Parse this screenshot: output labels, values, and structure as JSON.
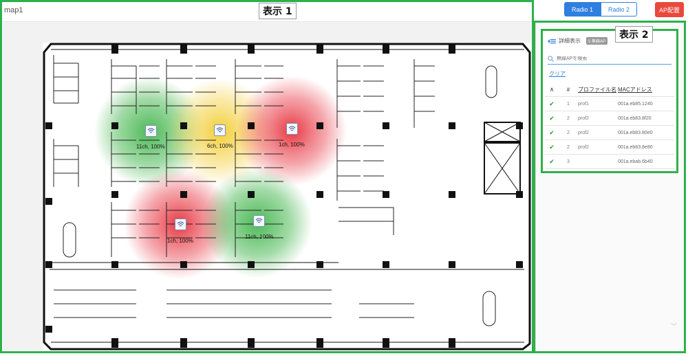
{
  "header": {
    "map_name": "map1",
    "radio1": "Radio 1",
    "radio2": "Radio 2",
    "ap_place": "AP配置"
  },
  "tags": {
    "display1": "表示 1",
    "display2": "表示 2"
  },
  "panel": {
    "detail_label": "詳細表示",
    "ap_count": "5 無線AP",
    "search_placeholder": "無線APを検索",
    "clear_label": "クリア",
    "columns": {
      "sort": "∧",
      "num": "#",
      "profile": "プロファイル名",
      "mac": "MACアドレス"
    },
    "rows": [
      {
        "num": "1",
        "profile": "prof1",
        "mac": "001a.eb85.1240"
      },
      {
        "num": "2",
        "profile": "prof2",
        "mac": "001a.eb83.8f20"
      },
      {
        "num": "2",
        "profile": "prof2",
        "mac": "001a.eb83.80e0"
      },
      {
        "num": "2",
        "profile": "prof2",
        "mac": "001a.eb83.8e80"
      },
      {
        "num": "3",
        "profile": "",
        "mac": "001a.ebab.6b40"
      }
    ]
  },
  "aps": [
    {
      "label": "11ch, 100%",
      "heat": "#2fae3a"
    },
    {
      "label": "6ch, 100%",
      "heat": "#f2c81c"
    },
    {
      "label": "1ch, 100%",
      "heat": "#e5202c"
    },
    {
      "label": "1ch, 100%",
      "heat": "#e5202c"
    },
    {
      "label": "11ch, 100%",
      "heat": "#2fae3a"
    }
  ],
  "icons": {
    "ap": "wifi-icon",
    "check": "check-icon",
    "search": "search-icon",
    "detail": "detail-list-icon"
  },
  "colors": {
    "frame": "#2eb04b",
    "accent": "#2f7fe0",
    "ap_button": "#e8493c"
  }
}
